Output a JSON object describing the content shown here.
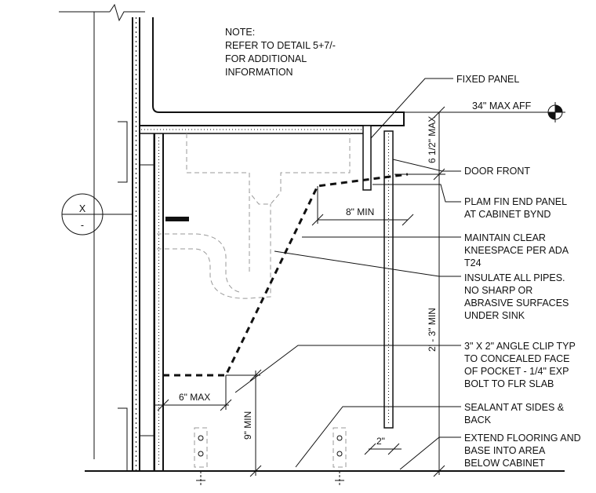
{
  "note": {
    "lines": [
      "NOTE:",
      "REFER TO DETAIL 5+7/-",
      "FOR ADDITIONAL",
      "INFORMATION"
    ]
  },
  "section_tag": {
    "top": "X",
    "bottom": "-"
  },
  "callouts": {
    "fixed_panel": [
      "FIXED PANEL"
    ],
    "max_aff": [
      "34\" MAX AFF"
    ],
    "door_front": [
      "DOOR FRONT"
    ],
    "plam": [
      "PLAM FIN END PANEL",
      "AT CABINET BYND"
    ],
    "kneespace": [
      "MAINTAIN CLEAR",
      "KNEESPACE PER ADA",
      "T24"
    ],
    "insulate": [
      "INSULATE ALL PIPES.",
      "NO SHARP OR",
      "ABRASIVE SURFACES",
      "UNDER SINK"
    ],
    "angle_clip": [
      "3\" X 2\" ANGLE CLIP TYP",
      "TO CONCEALED FACE",
      "OF POCKET - 1/4\" EXP",
      "BOLT TO FLR SLAB"
    ],
    "sealant": [
      "SEALANT AT SIDES &",
      "BACK"
    ],
    "flooring": [
      "EXTEND FLOORING AND",
      "BASE INTO AREA",
      "BELOW CABINET"
    ]
  },
  "dimensions": {
    "six_half_max": "6 1/2\" MAX",
    "eight_min": "8\" MIN",
    "two_three_min": "2' - 3\" MIN",
    "six_max": "6\" MAX",
    "nine_min": "9\" MIN",
    "two_in": "2\""
  }
}
